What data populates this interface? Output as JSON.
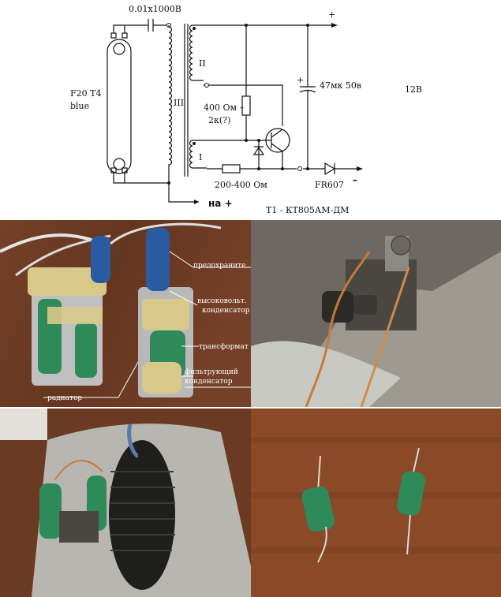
{
  "schematic": {
    "capacitor_top": "0.01x1000B",
    "lamp_label_1": "F20 T4",
    "lamp_label_2": "blue",
    "winding_III": "III",
    "winding_II": "II",
    "winding_I": "I",
    "resistor_base_1": "400 Ом –",
    "resistor_base_2": "2к(?)",
    "resistor_bottom": "200-400 Ом",
    "electrolytic": "47мк 50в",
    "electrolytic_plus": "+",
    "supply_voltage": "12В",
    "diode": "FR607",
    "plus_top": "+",
    "minus_right": "–",
    "ground_label": "на +",
    "transistor": "T1 - КТ805АМ-ДМ"
  },
  "photo1": {
    "callouts": [
      "предохраните",
      "высоковольт.",
      "конденсатор",
      "трансформат",
      "фильтрующий",
      "конденсатор",
      "радиатор"
    ]
  },
  "colors": {
    "wood": "#6b3a22",
    "coil_green": "#2f8a5a",
    "tape": "#d8c98a",
    "metal": "#c9c9c4"
  }
}
